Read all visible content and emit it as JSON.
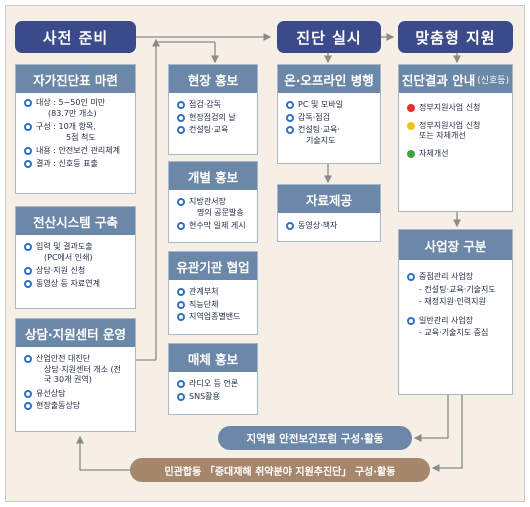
{
  "headers": {
    "prep": "사전 준비",
    "exec": "진단 실시",
    "support": "맞춤형 지원"
  },
  "self_check": {
    "title": "자가진단표 마련",
    "items": [
      {
        "text": "대상 : 5~50인 미만",
        "sub": "(83.7만 개소)"
      },
      {
        "text": "구성 : 10개 항목,",
        "sub": "5점 척도"
      },
      {
        "text": "내용 : 안전보건 관리체계",
        "sub": ""
      },
      {
        "text": "결과 : 신호등 표출",
        "sub": ""
      }
    ]
  },
  "computer": {
    "title": "전산시스템 구축",
    "items": [
      {
        "text": "입력 및 결과도출",
        "sub": "(PC에서 인쇄)"
      },
      {
        "text": "상담·지원 신청",
        "sub": ""
      },
      {
        "text": "동영상 등 자료연계",
        "sub": ""
      }
    ]
  },
  "consult": {
    "title": "상담·지원센터 운영",
    "items": [
      {
        "text": "산업안전 대진단",
        "sub": "상담·지원센터 개소 (전국 30개 권역)"
      },
      {
        "text": "유선상담",
        "sub": ""
      },
      {
        "text": "현장출동상담",
        "sub": ""
      }
    ]
  },
  "field_pr": {
    "title": "현장 홍보",
    "items": [
      "점검·감독",
      "현장점검의 날",
      "컨설팅·교육"
    ]
  },
  "indiv_pr": {
    "title": "개별 홍보",
    "items": [
      {
        "text": "지방관서장",
        "sub": "명의 공문발송"
      },
      {
        "text": "현수막 일제 게시",
        "sub": ""
      }
    ]
  },
  "coop": {
    "title": "유관기관 협업",
    "items": [
      "관계부처",
      "직능단체",
      "지역업종별밴드"
    ]
  },
  "media": {
    "title": "매체 홍보",
    "items": [
      "라디오 등 언론",
      "SNS활용"
    ]
  },
  "onoff": {
    "title": "온·오프라인 병행",
    "items": [
      {
        "text": "PC 및 모바일",
        "sub": ""
      },
      {
        "text": "감독·점검",
        "sub": ""
      },
      {
        "text": "컨설팅·교육·",
        "sub": "기술지도"
      }
    ]
  },
  "material": {
    "title": "자료제공",
    "items": [
      "동영상·책자"
    ]
  },
  "result": {
    "title": "진단결과 안내",
    "title_sub": "(신호등)",
    "items": [
      {
        "color": "red",
        "text": "정부지원사업 신청",
        "sub": ""
      },
      {
        "color": "yellow",
        "text": "정부지원사업 신청",
        "sub": "또는 자체개선"
      },
      {
        "color": "green",
        "text": "자체개선",
        "sub": ""
      }
    ]
  },
  "classify": {
    "title": "사업장 구분",
    "groups": [
      {
        "text": "중점관리 사업장",
        "lines": [
          "- 컨설팅·교육·기술지도",
          "- 재정지원·인력지원"
        ]
      },
      {
        "text": "일반관리 사업장",
        "lines": [
          "- 교육·기술지도 중심"
        ]
      }
    ]
  },
  "bars": {
    "regional": "지역별 안전보건포럼 구성·활동",
    "public_private": "민관합동 「중대재해 취약분야 지원추진단」 구성·활동"
  },
  "colors": {
    "header": "#3a4a8a",
    "box_title": "#6c88a8",
    "background": "#f6efe6",
    "bar_tan": "#a7876c"
  }
}
